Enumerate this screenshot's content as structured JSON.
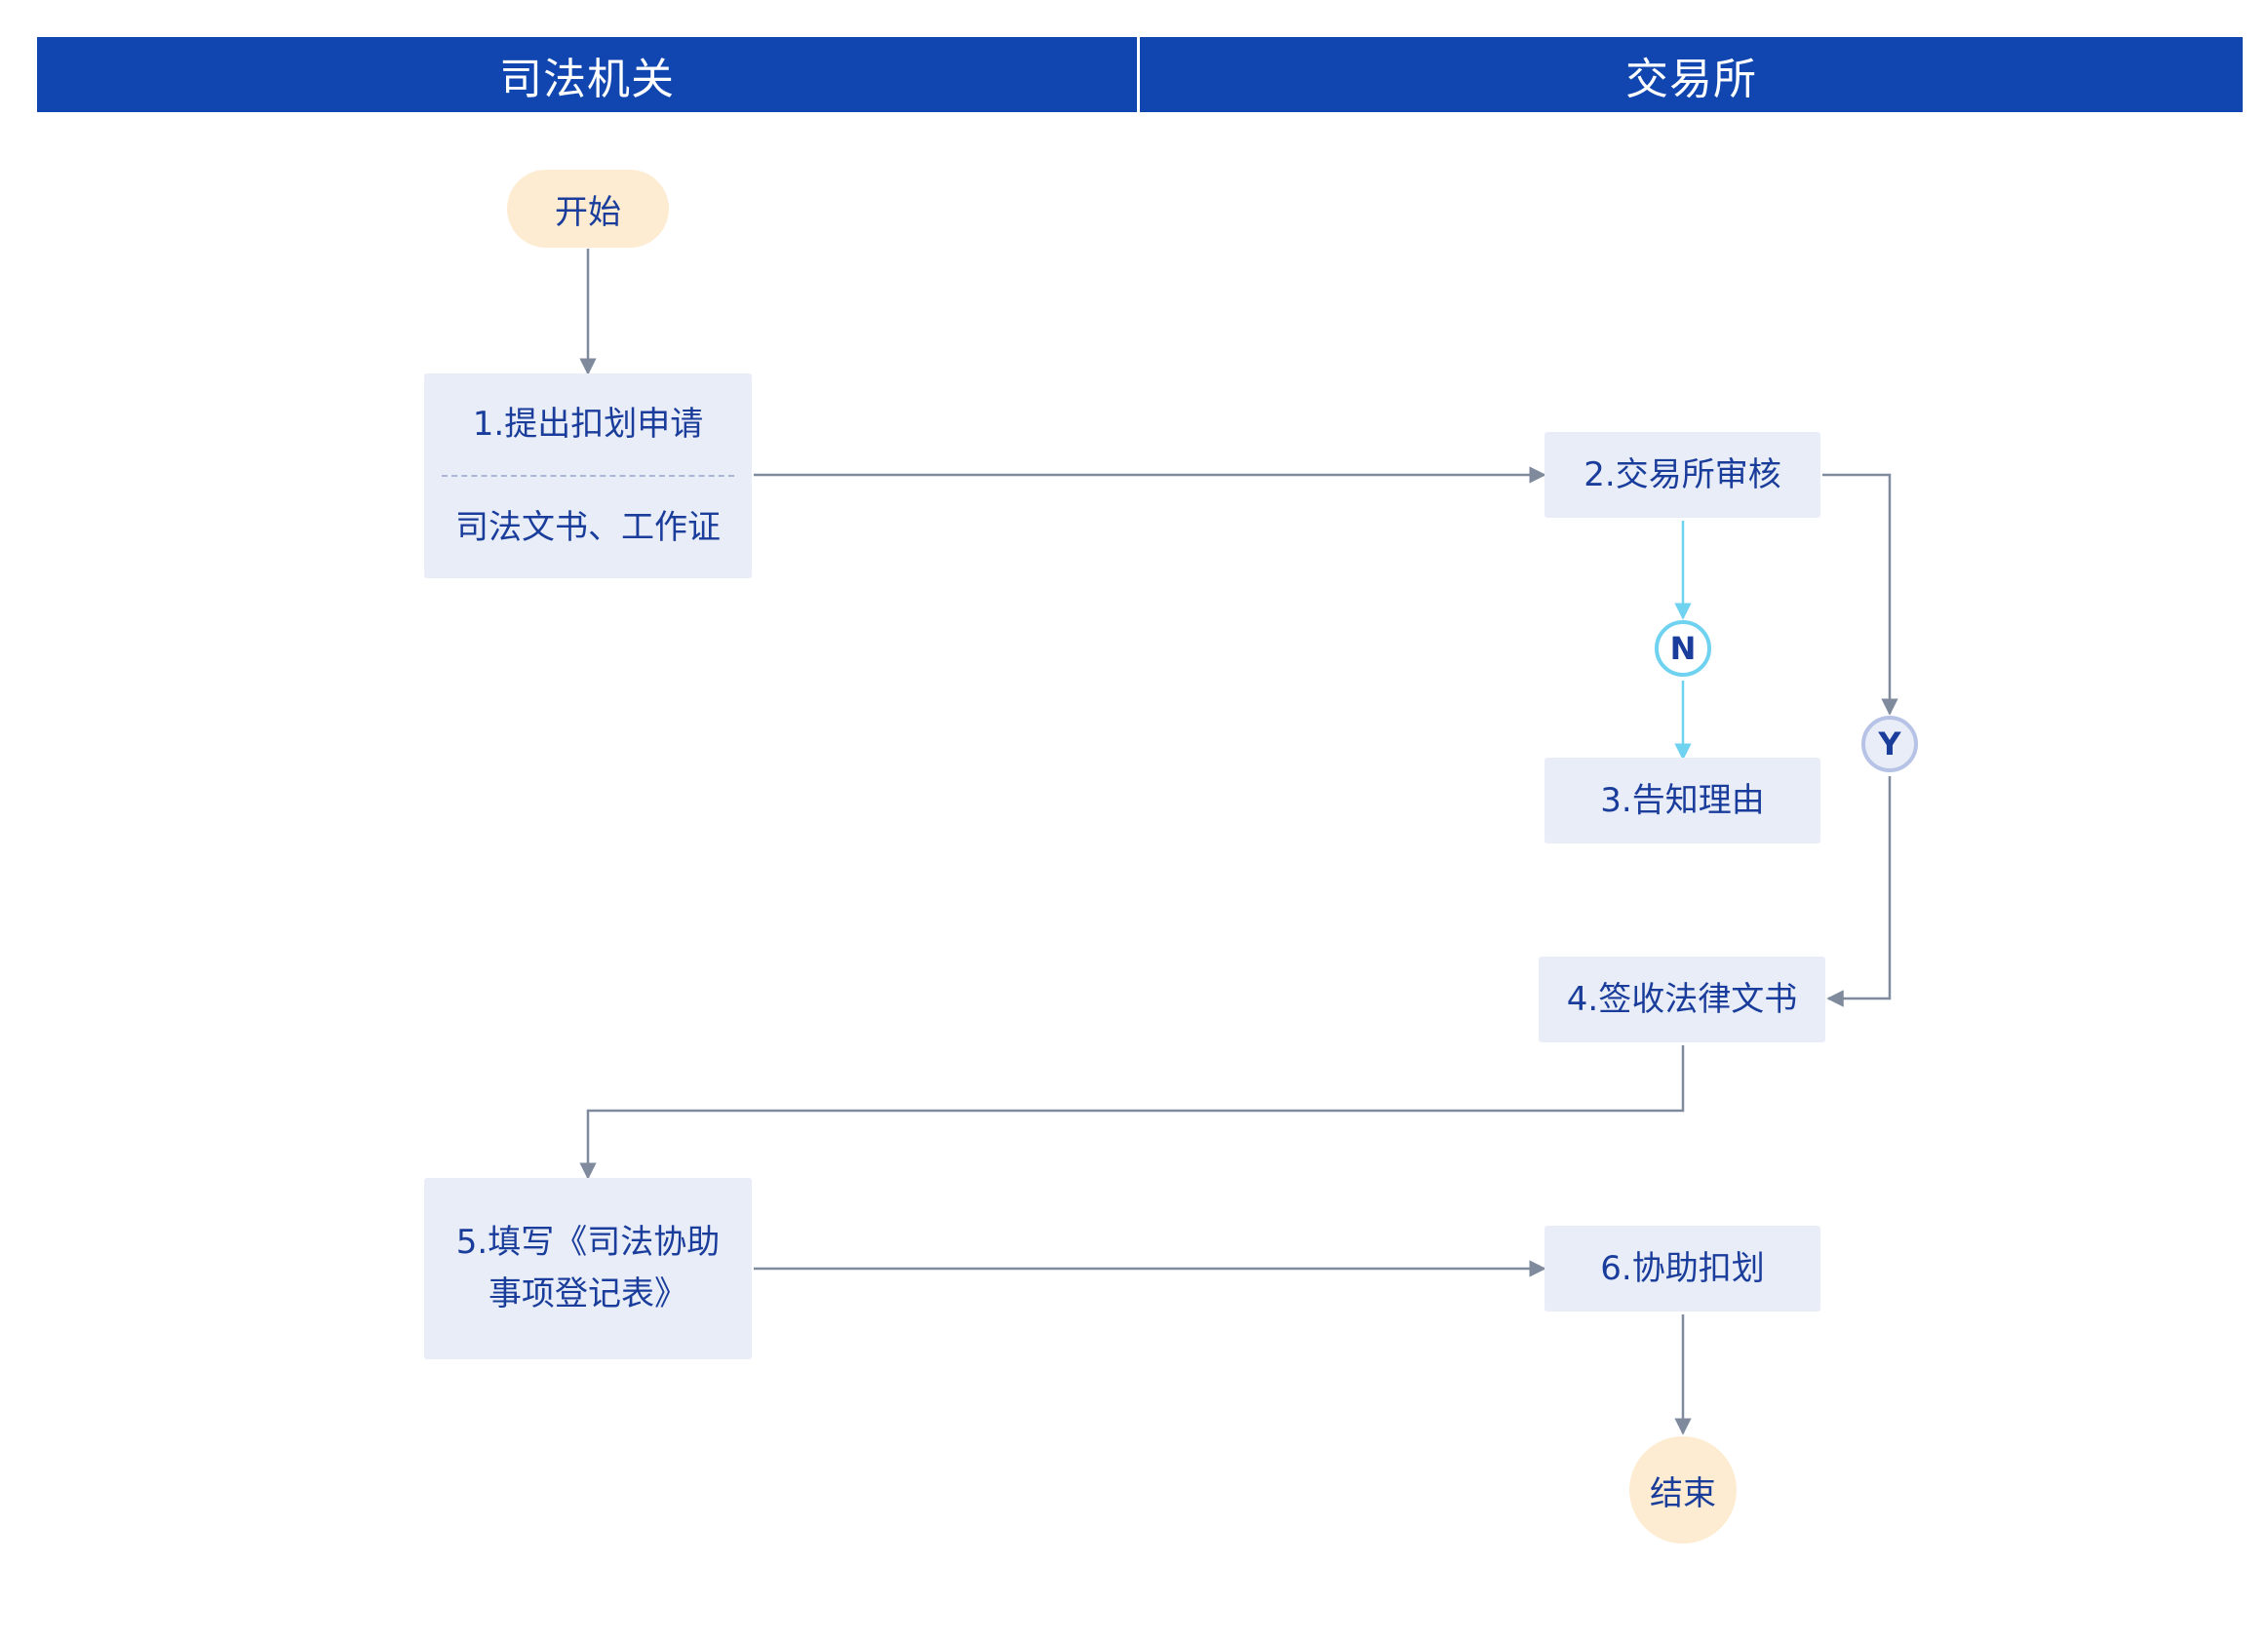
{
  "lanes": {
    "left": "司法机关",
    "right": "交易所"
  },
  "nodes": {
    "start": "开始",
    "step1_title": "1.提出扣划申请",
    "step1_doc": "司法文书、工作证",
    "step2": "2.交易所审核",
    "step3": "3.告知理由",
    "step4": "4.签收法律文书",
    "step5_line1": "5.填写《司法协助",
    "step5_line2": "事项登记表》",
    "step6": "6.协助扣划",
    "end": "结束"
  },
  "decisions": {
    "no": "N",
    "yes": "Y"
  },
  "colors": {
    "header": "#1146b0",
    "node_fill": "#e8edf7",
    "terminal_fill": "#fdecd2",
    "text": "#1a3d9c",
    "connector": "#7f8a9c",
    "no_branch": "#6fd2f0"
  }
}
